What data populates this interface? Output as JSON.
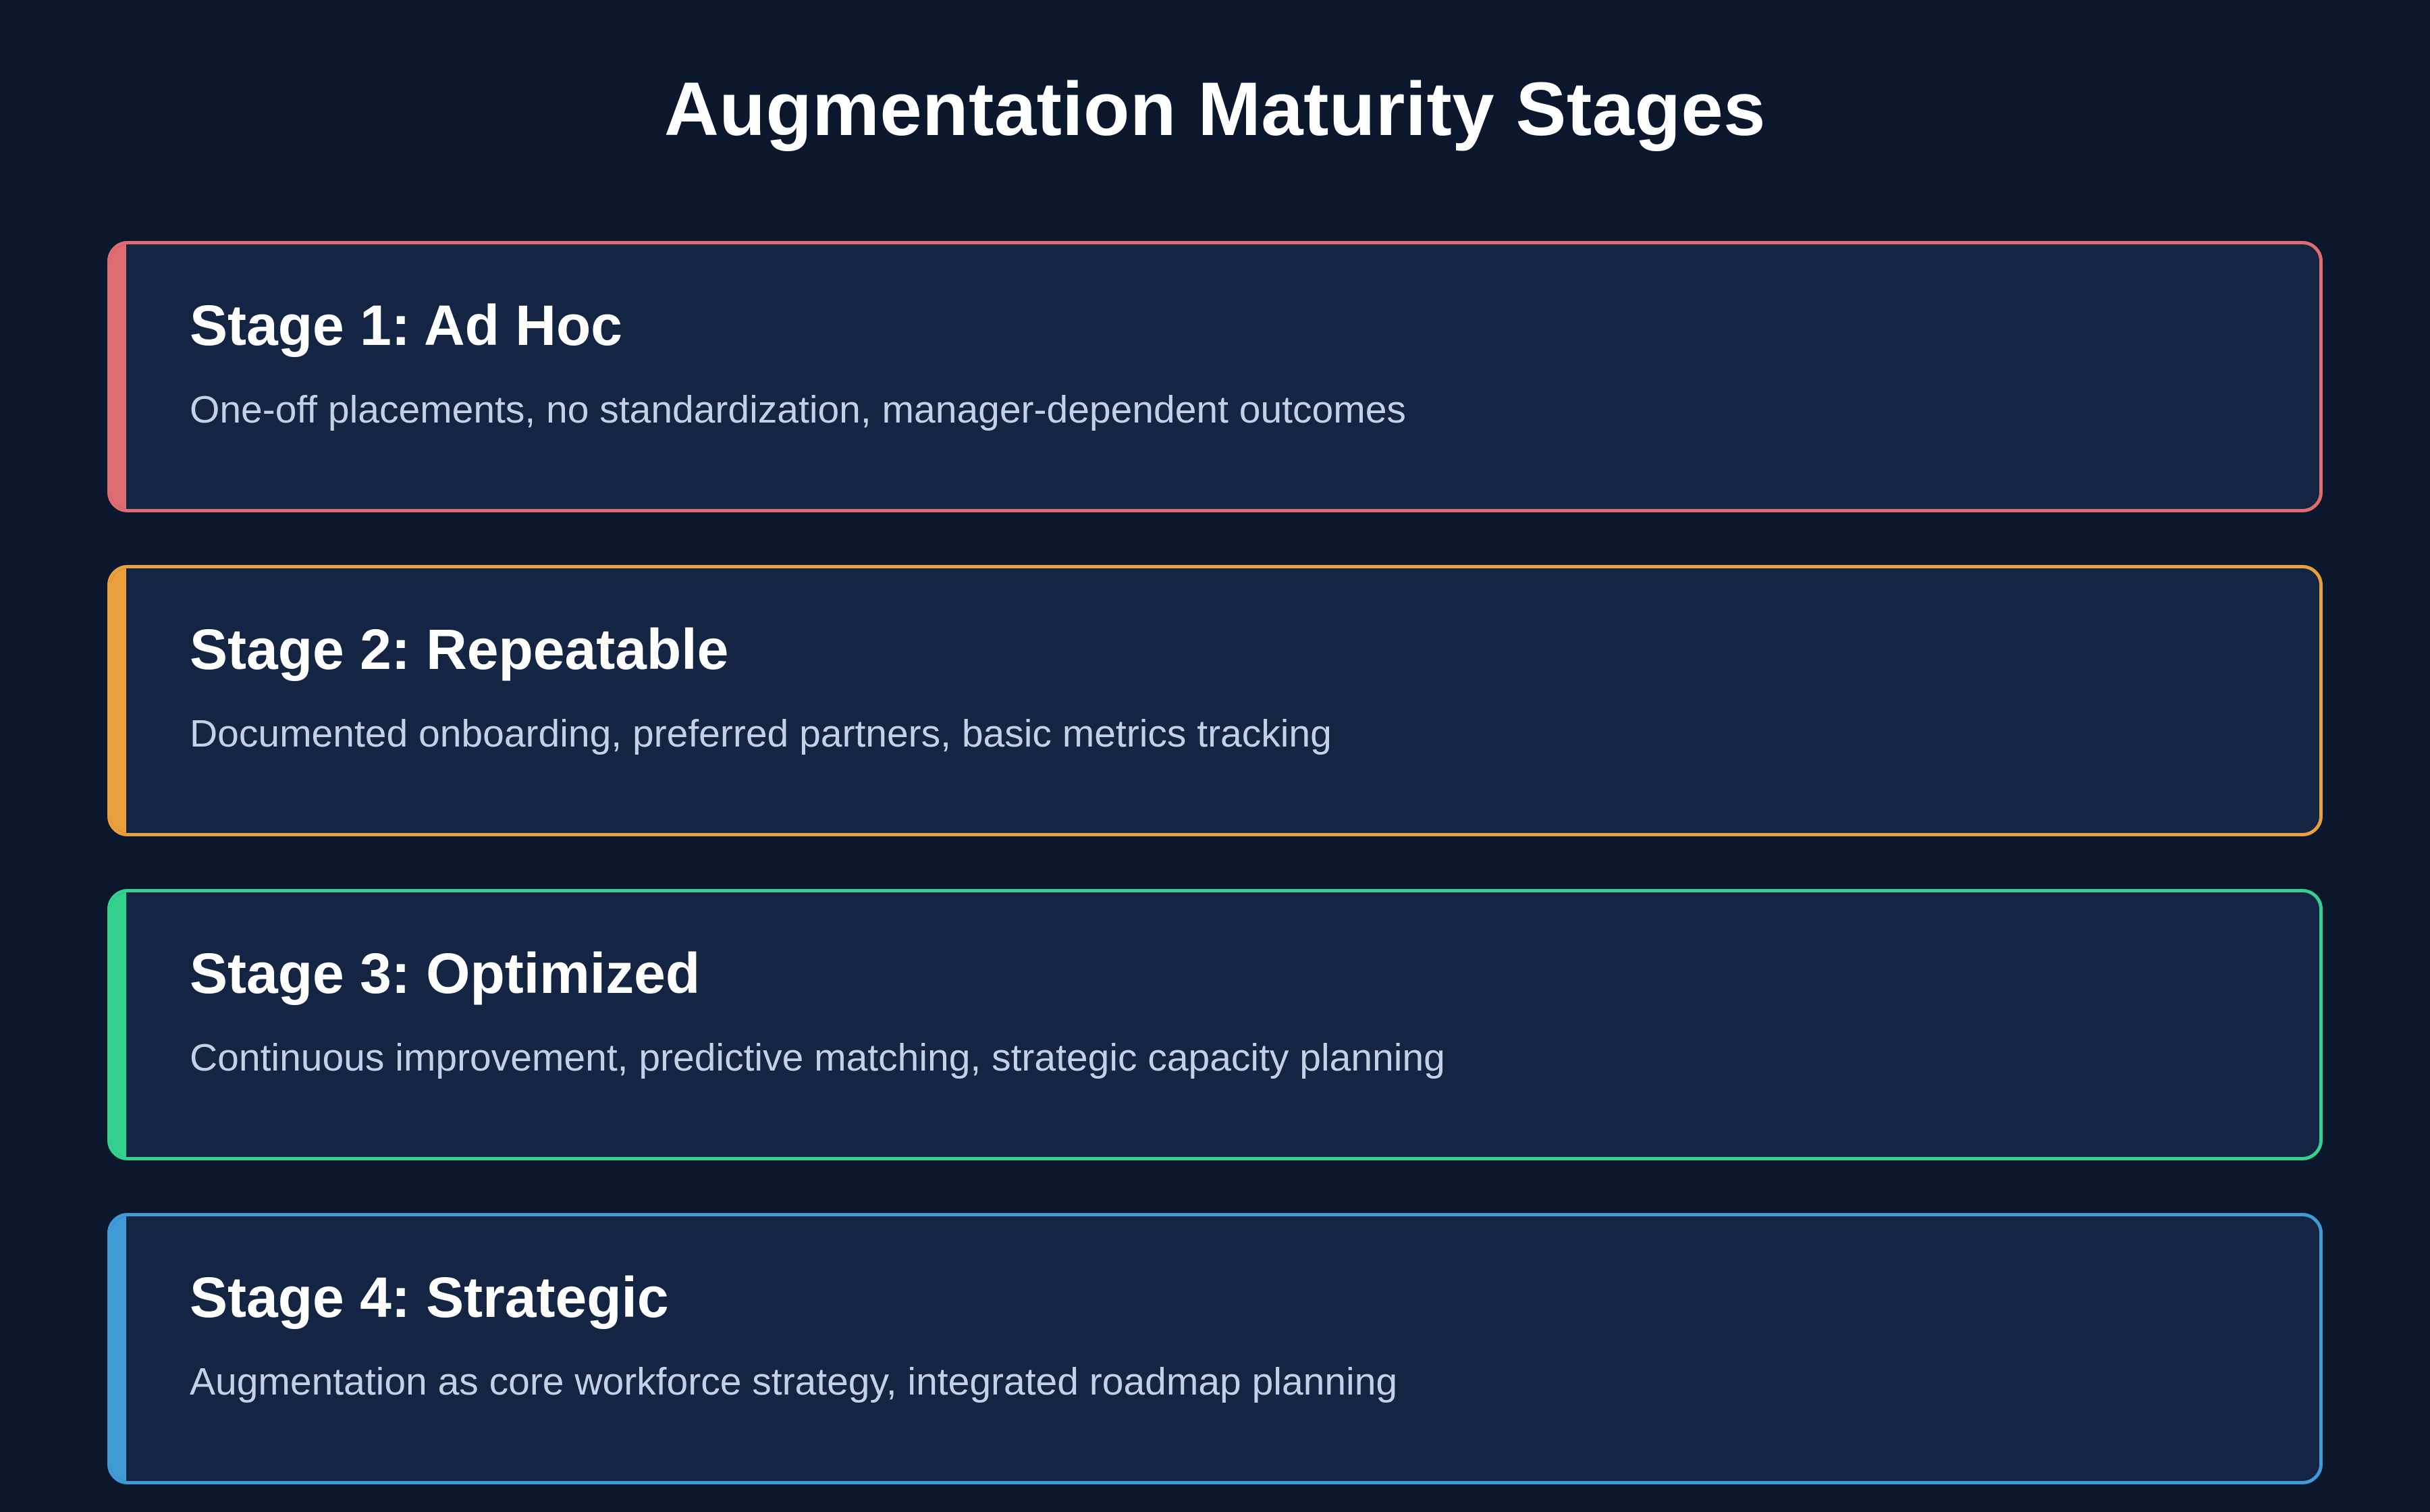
{
  "title": "Augmentation Maturity Stages",
  "stages": [
    {
      "title": "Stage 1: Ad Hoc",
      "description": "One-off placements, no standardization, manager-dependent outcomes",
      "color": "#e06b70"
    },
    {
      "title": "Stage 2: Repeatable",
      "description": "Documented onboarding, preferred partners, basic metrics tracking",
      "color": "#e9a03c"
    },
    {
      "title": "Stage 3: Optimized",
      "description": "Continuous improvement, predictive matching, strategic capacity planning",
      "color": "#35d18e"
    },
    {
      "title": "Stage 4: Strategic",
      "description": "Augmentation as core workforce strategy, integrated roadmap planning",
      "color": "#3f9ad6"
    }
  ]
}
